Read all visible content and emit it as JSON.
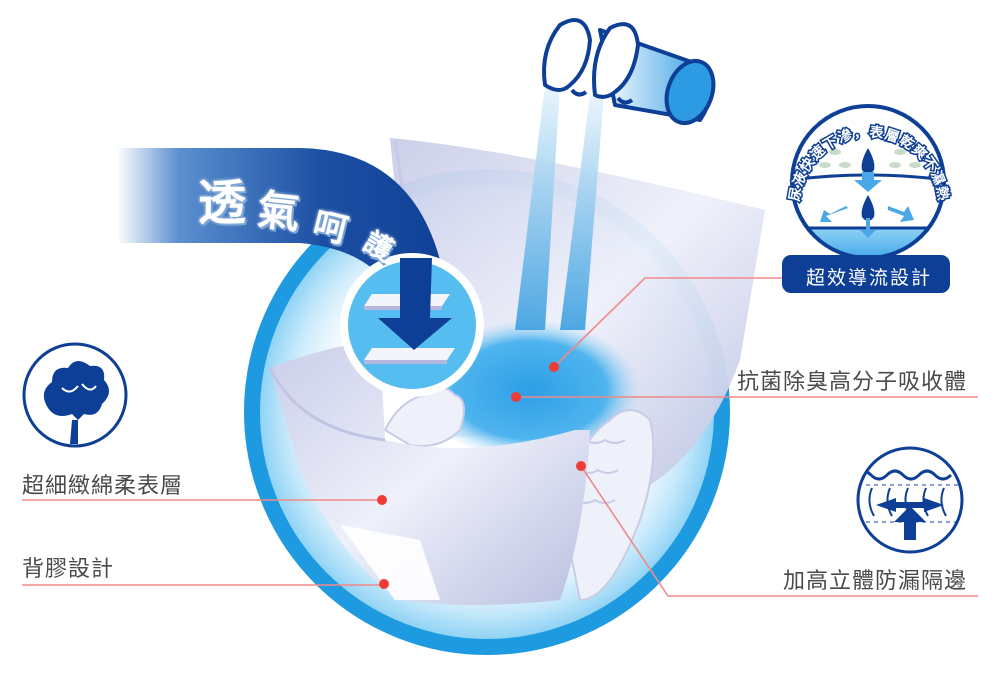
{
  "banner": {
    "title_chars": [
      "透",
      "氣",
      "呵",
      "護"
    ]
  },
  "badge": {
    "arc_text": "尿液快速下滲，表層乾爽不濕熱",
    "label": "超效導流設計"
  },
  "callouts": [
    {
      "id": "absorbent-core",
      "label": "抗菌除臭高分子吸收體",
      "side": "right"
    },
    {
      "id": "soft-topsheet",
      "label": "超細緻綿柔表層",
      "side": "left",
      "icon": "cotton-icon"
    },
    {
      "id": "back-tape",
      "label": "背膠設計",
      "side": "left"
    },
    {
      "id": "leak-guard",
      "label": "加高立體防漏隔邊",
      "side": "right",
      "icon": "leak-guard-cuff-icon"
    }
  ],
  "colors": {
    "ring_blue": "#1e9be0",
    "navy": "#0e3f96",
    "light_blue": "#55bdf0",
    "callout_red": "#ee3b36",
    "callout_line": "#f08a88",
    "diaper": "#dfe2f2",
    "label_gray": "#4a4a4a"
  }
}
